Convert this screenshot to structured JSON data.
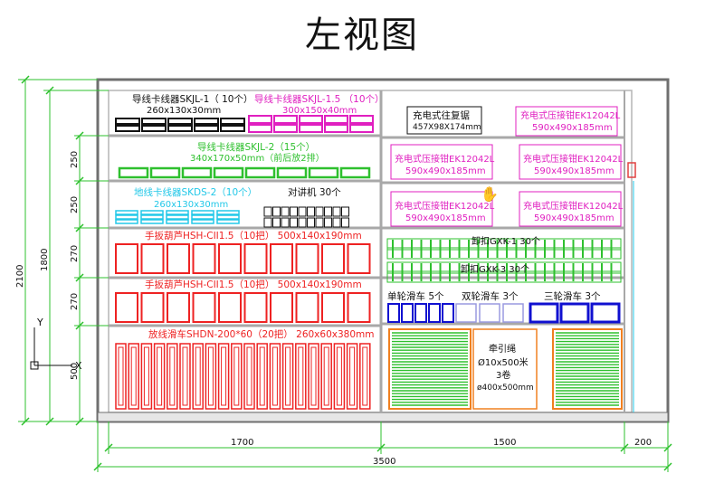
{
  "title": "左视图",
  "left_shelves": {
    "s1_a": "导线卡线器SKJL-1（ 10个）",
    "s1_a_size": "260x130x30mm",
    "s1_b": "导线卡线器SKJL-1.5 （10个）",
    "s1_b_size": "300x150x40mm",
    "s2": "导线卡线器SKJL-2（15个）",
    "s2_size": "340x170x50mm（前后放2排）",
    "s3_a": "地线卡线器SKDS-2（10个）",
    "s3_a_size": "260x130x30mm",
    "s3_b": "对讲机  30个",
    "s4": "手扳葫芦HSH-CII1.5（10把）   500x140x190mm",
    "s5": "手扳葫芦HSH-CII1.5（10把）   500x140x190mm",
    "s6": "放线滑车SHDN-200*60（20把）   260x60x380mm"
  },
  "right_shelves": {
    "reel": "充电式往复锯",
    "reel_size": "457X98X174mm",
    "crimp_label": "充电式压接钳EK12042L",
    "crimp_size": "590x490x185mm",
    "clamp1": "卸扣GXK-1  30个",
    "clamp3": "卸扣GXK-3          30个",
    "single_pulley": "单轮滑车    5个",
    "double_pulley": "双轮滑车    3个",
    "triple_pulley": "三轮滑车    3个",
    "rope": "牵引绳",
    "rope_size": "Ø10x500米",
    "rope_count": "3卷",
    "rope_dim": "ø400x500mm"
  },
  "dimensions": {
    "d2100": "2100",
    "d1800": "1800",
    "d250a": "250",
    "d250b": "250",
    "d270a": "270",
    "d270b": "270",
    "d500": "500",
    "w1700": "1700",
    "w1500": "1500",
    "w200": "200",
    "w3500": "3500"
  },
  "axis": {
    "y": "Y",
    "x": "X"
  },
  "colors": {
    "frame": "#7a7a7a",
    "shelf": "#a8a8a8",
    "dim": "#2cc02c",
    "black": "#111111",
    "magenta": "#e020c0",
    "green": "#2ec02e",
    "cyan": "#22c8e8",
    "red": "#ee2222",
    "orange": "#f08020",
    "blue": "#1010d0"
  }
}
